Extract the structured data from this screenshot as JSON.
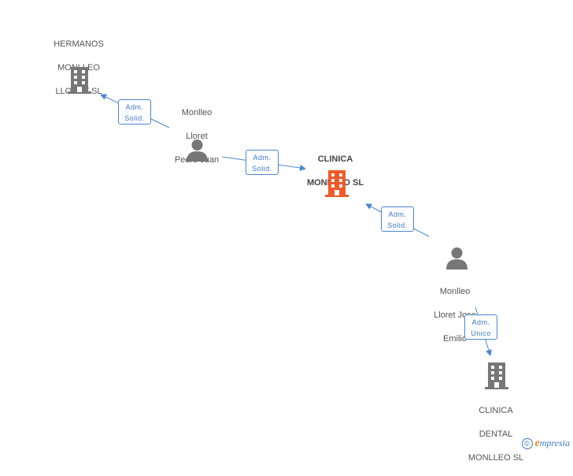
{
  "colors": {
    "edge": "#4a86d4",
    "node_gray": "#777777",
    "node_main": "#f05a28"
  },
  "nodes": {
    "hermanos": {
      "icon": "building-icon",
      "lines": [
        "HERMANOS",
        "MONLLEO",
        "LLORET SL"
      ]
    },
    "pedro": {
      "icon": "person-icon",
      "lines": [
        "Monlleo",
        "Lloret",
        "Pedro Juan"
      ]
    },
    "clinica_main": {
      "icon": "building-icon",
      "lines": [
        "CLINICA",
        "MONLLEO SL"
      ]
    },
    "jose": {
      "icon": "person-icon",
      "lines": [
        "Monlleo",
        "Lloret Jose",
        "Emilio"
      ]
    },
    "clinica_dental": {
      "icon": "building-icon",
      "lines": [
        "CLINICA",
        "DENTAL",
        "MONLLEO SL"
      ]
    }
  },
  "edges": {
    "pedro_hermanos": {
      "lines": [
        "Adm.",
        "Solid."
      ]
    },
    "pedro_clinica": {
      "lines": [
        "Adm.",
        "Solid."
      ]
    },
    "jose_clinica": {
      "lines": [
        "Adm.",
        "Solid."
      ]
    },
    "jose_dental": {
      "lines": [
        "Adm.",
        "Unico"
      ]
    }
  },
  "footer": {
    "copyright_symbol": "©",
    "brand_initial": "e",
    "brand_rest": "mpresia"
  }
}
